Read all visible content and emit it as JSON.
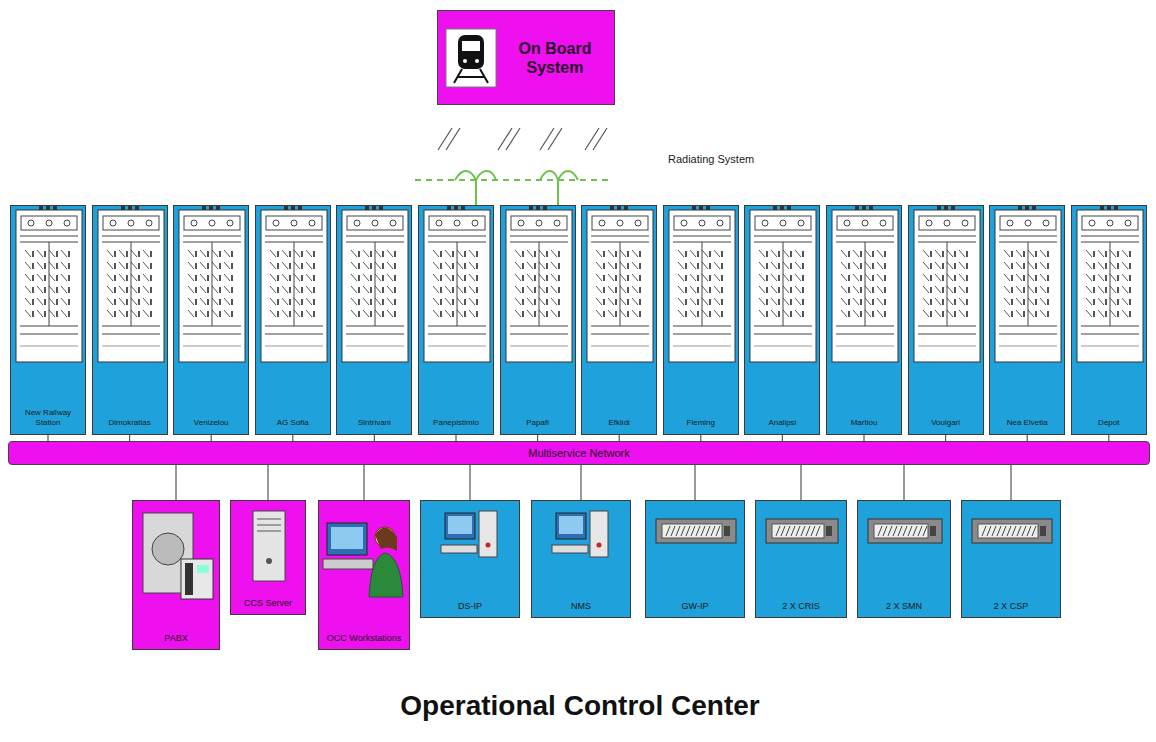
{
  "diagram": {
    "title": "Operational Control Center",
    "nodes": [
      {
        "text": [
          "On Board System"
        ]
      },
      {
        "text": [
          "New Railway Station"
        ]
      },
      {
        "text": [
          "Dimokratias"
        ]
      },
      {
        "text": [
          "Venizelou"
        ]
      },
      {
        "text": [
          "AG Sofia"
        ]
      },
      {
        "text": [
          "Sintrivani"
        ]
      },
      {
        "text": [
          "Panepistimio"
        ]
      },
      {
        "text": [
          "Papafi"
        ]
      },
      {
        "text": [
          "Efklidi"
        ]
      },
      {
        "text": [
          "Fleming"
        ]
      },
      {
        "text": [
          "Analipsi"
        ]
      },
      {
        "text": [
          "Martiou"
        ]
      },
      {
        "text": [
          "Voulgari"
        ]
      },
      {
        "text": [
          "Nea Elvetia"
        ]
      },
      {
        "text": [
          "Depot"
        ]
      },
      {
        "text": [
          "Multiservice Network"
        ]
      },
      {
        "text": [
          "PABX"
        ]
      },
      {
        "text": [
          "CCS Server"
        ]
      },
      {
        "text": [
          "OCC Workstations"
        ]
      },
      {
        "text": [
          "DS-IP"
        ]
      },
      {
        "text": [
          "NMS"
        ]
      },
      {
        "text": [
          "GW-IP"
        ]
      },
      {
        "text": [
          "2 X CRIS"
        ]
      },
      {
        "text": [
          "2 X SMN"
        ]
      },
      {
        "text": [
          "2 X CSP"
        ]
      }
    ],
    "edges": [
      {
        "from": 1,
        "to": 15,
        "arrow": "none"
      },
      {
        "from": 2,
        "to": 15,
        "arrow": "none"
      },
      {
        "from": 3,
        "to": 15,
        "arrow": "none"
      },
      {
        "from": 4,
        "to": 15,
        "arrow": "none"
      },
      {
        "from": 5,
        "to": 15,
        "arrow": "none"
      },
      {
        "from": 6,
        "to": 15,
        "arrow": "none"
      },
      {
        "from": 7,
        "to": 15,
        "arrow": "none"
      },
      {
        "from": 8,
        "to": 15,
        "arrow": "none"
      },
      {
        "from": 9,
        "to": 15,
        "arrow": "none"
      },
      {
        "from": 10,
        "to": 15,
        "arrow": "none"
      },
      {
        "from": 11,
        "to": 15,
        "arrow": "none"
      },
      {
        "from": 12,
        "to": 15,
        "arrow": "none"
      },
      {
        "from": 13,
        "to": 15,
        "arrow": "none"
      },
      {
        "from": 14,
        "to": 15,
        "arrow": "none"
      },
      {
        "from": 16,
        "to": 15,
        "arrow": "none"
      },
      {
        "from": 17,
        "to": 15,
        "arrow": "none"
      },
      {
        "from": 18,
        "to": 15,
        "arrow": "none"
      },
      {
        "from": 19,
        "to": 15,
        "arrow": "none"
      },
      {
        "from": 20,
        "to": 15,
        "arrow": "none"
      },
      {
        "from": 21,
        "to": 15,
        "arrow": "none"
      },
      {
        "from": 22,
        "to": 15,
        "arrow": "none"
      },
      {
        "from": 23,
        "to": 15,
        "arrow": "none"
      },
      {
        "from": 24,
        "to": 15,
        "arrow": "none"
      }
    ],
    "labels": [
      "Radiating System"
    ]
  }
}
